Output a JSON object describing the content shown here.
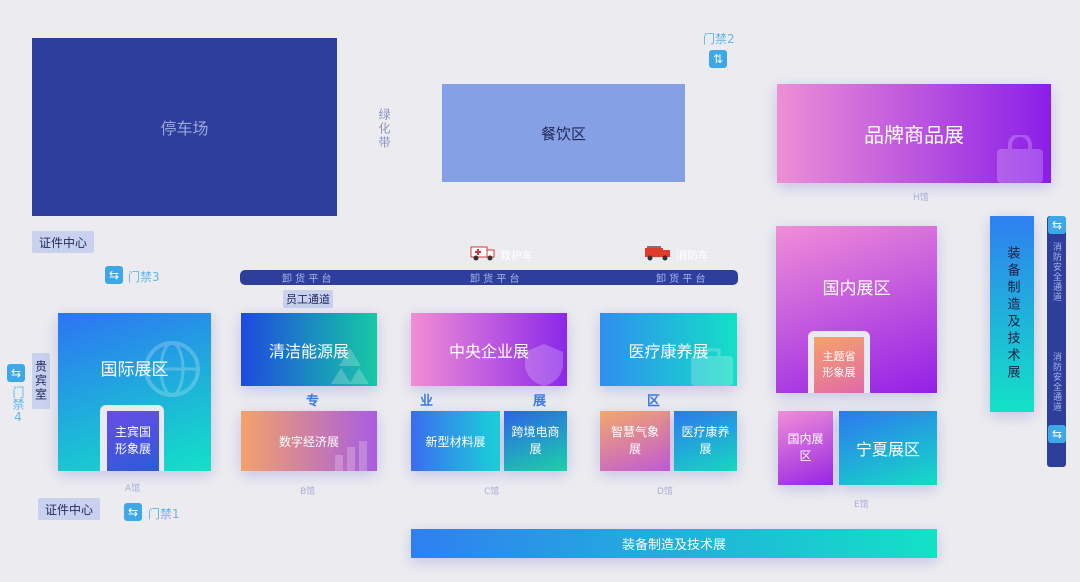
{
  "parking": "停车场",
  "green_belt": "绿化带",
  "dining": "餐饮区",
  "gate2": "门禁2",
  "gate3": "门禁3",
  "gate1": "门禁1",
  "gate4": "门禁4",
  "brand_hall": "品牌商品展",
  "hall_h": "H馆",
  "cert_center_top": "证件中心",
  "cert_center_bottom": "证件中心",
  "ambulance": "救护车",
  "fire_truck": "消防车",
  "unload": [
    "卸 货 平 台",
    "卸 货 平 台",
    "卸 货 平 台"
  ],
  "staff_path": "员工通道",
  "domestic_zone": "国内展区",
  "theme_province": "主题省形象展",
  "equipment_vertical": "装备制造及技术展",
  "fire_lane_1": "消防安全通道",
  "fire_lane_2": "消防安全通道",
  "vip_room": "贵宾室",
  "intl_zone": "国际展区",
  "guest_country": "主宾国形象展",
  "hall_a": "A馆",
  "clean_energy": "清洁能源展",
  "digital_economy": "数字经济展",
  "hall_b": "B馆",
  "central_enterprise": "中央企业展",
  "new_materials": "新型材料展",
  "cross_border": "跨境电商展",
  "hall_c": "C馆",
  "medical_health": "医疗康养展",
  "smart_weather": "智慧气象展",
  "medical_health_small": "医疗康养展",
  "hall_d": "D馆",
  "domestic_small": "国内展区",
  "ningxia_zone": "宁夏展区",
  "hall_e": "E馆",
  "zone_chars": [
    "专",
    "业",
    "展",
    "区"
  ],
  "equipment_bottom": "装备制造及技术展",
  "colors": {
    "parking": "#2e3f9b",
    "dining": "#86a0e6",
    "lane": "#2e3f9b",
    "gate": "#3ea7e8"
  },
  "icons": {
    "gate": "swap-arrows-icon",
    "ambulance": "ambulance-icon",
    "fire_truck": "fire-truck-icon",
    "globe": "globe-icon",
    "bag": "shopping-bag-icon",
    "recycle": "recycle-icon",
    "chart": "bar-chart-icon",
    "shield": "shield-icon",
    "medkit": "medical-kit-icon"
  }
}
